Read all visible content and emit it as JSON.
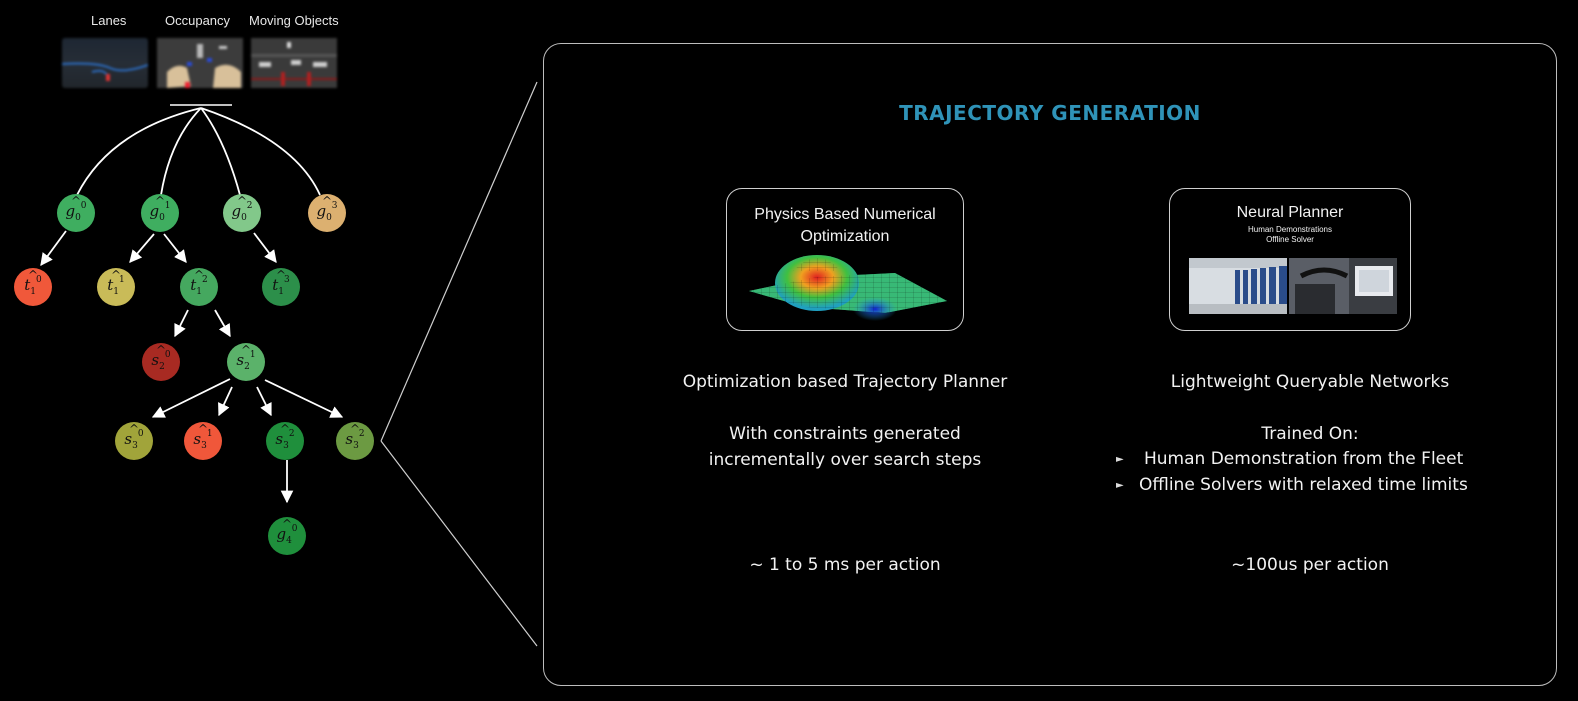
{
  "left": {
    "labels": {
      "lanes": "Lanes",
      "occupancy": "Occupancy",
      "moving": "Moving Objects"
    }
  },
  "panel": {
    "title": "TRAJECTORY GENERATION",
    "left_card": {
      "line1": "Physics Based Numerical",
      "line2": "Optimization"
    },
    "right_card": {
      "title": "Neural Planner",
      "sub1": "Human Demonstrations",
      "sub2": "Offline Solver"
    },
    "left_col": {
      "heading": "Optimization based Trajectory Planner",
      "body1": "With constraints generated",
      "body2": "incrementally over search steps",
      "timing": "~ 1 to 5 ms per action"
    },
    "right_col": {
      "heading": "Lightweight Queryable Networks",
      "trained_on": "Trained On:",
      "bullet1": "Human Demonstration from the Fleet",
      "bullet2": "Offline Solvers with relaxed time limits",
      "timing": "~100us per action"
    }
  },
  "colors": {
    "title_blue": "#2f93b8",
    "border": "#bdbdbd"
  }
}
